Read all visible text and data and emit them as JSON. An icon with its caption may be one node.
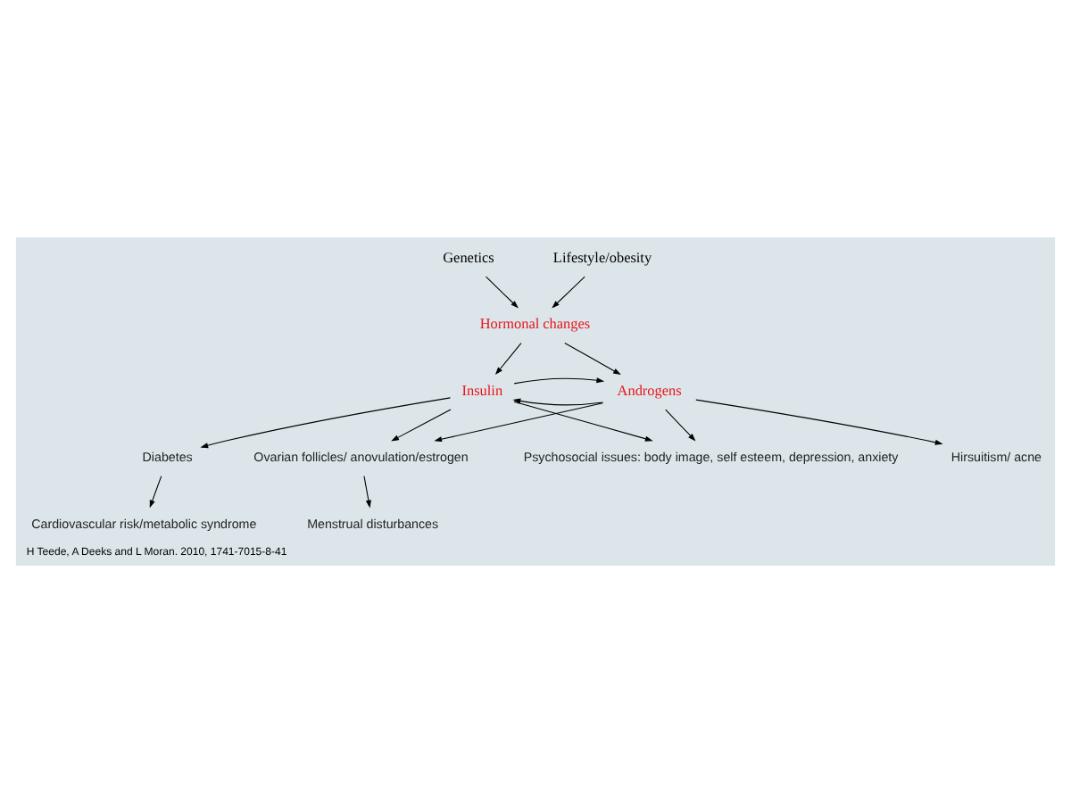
{
  "diagram": {
    "caption": "H Teede, A Deeks and L Moran. 2010, 1741-7015-8-41",
    "nodes": [
      {
        "text": [
          "Genetics"
        ]
      },
      {
        "text": [
          "Lifestyle/obesity"
        ]
      },
      {
        "text": [
          "Hormonal changes"
        ]
      },
      {
        "text": [
          "Androgens"
        ]
      },
      {
        "text": [
          "Insulin"
        ]
      },
      {
        "text": [
          "Ovarian follicles/ anovulation/estrogen"
        ]
      },
      {
        "text": [
          "Diabetes"
        ]
      },
      {
        "text": [
          "Hirsuitism/ acne"
        ]
      },
      {
        "text": [
          "Menstrual disturbances"
        ]
      },
      {
        "text": [
          "Cardiovascular risk/metabolic syndrome"
        ]
      },
      {
        "text": [
          "Psychosocial issues: body image, self esteem, depression, anxiety"
        ]
      }
    ],
    "edges": [
      {
        "from": 0,
        "to": 2,
        "arrow": "to"
      },
      {
        "from": 1,
        "to": 2,
        "arrow": "to"
      },
      {
        "from": 2,
        "to": 3,
        "arrow": "to"
      },
      {
        "from": 2,
        "to": 4,
        "arrow": "to"
      },
      {
        "from": 3,
        "to": 4,
        "arrow": "to"
      },
      {
        "from": 4,
        "to": 3,
        "arrow": "to"
      },
      {
        "from": 3,
        "to": 5,
        "arrow": "to"
      },
      {
        "from": 4,
        "to": 5,
        "arrow": "to"
      },
      {
        "from": 4,
        "to": 6,
        "arrow": "to"
      },
      {
        "from": 3,
        "to": 7,
        "arrow": "to"
      },
      {
        "from": 5,
        "to": 8,
        "arrow": "to"
      },
      {
        "from": 6,
        "to": 9,
        "arrow": "to"
      },
      {
        "from": 3,
        "to": 10,
        "arrow": "to"
      },
      {
        "from": 4,
        "to": 10,
        "arrow": "to"
      }
    ]
  }
}
